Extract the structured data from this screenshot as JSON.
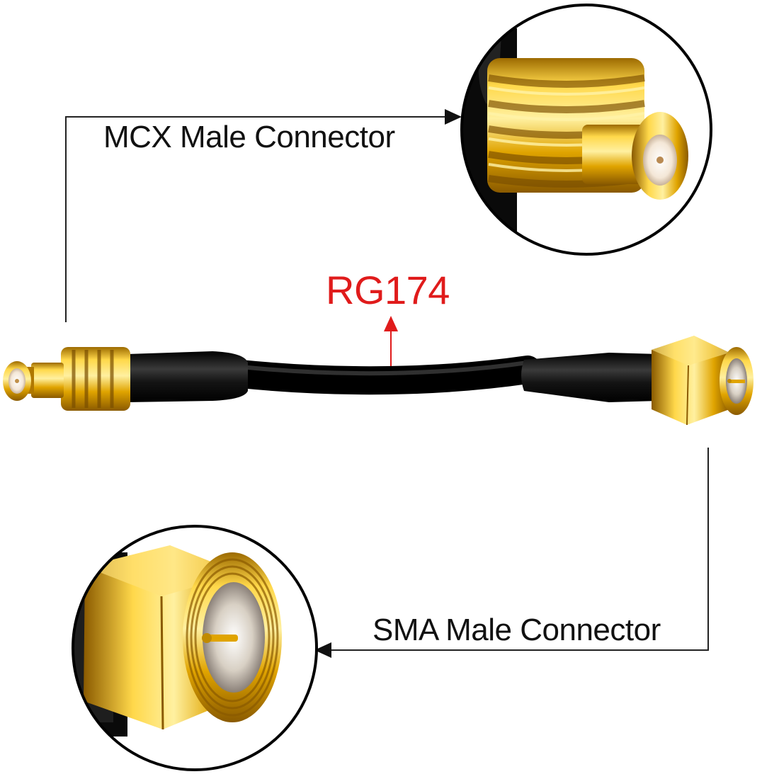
{
  "labels": {
    "mcx": "MCX Male Connector",
    "sma": "SMA Male Connector",
    "cable": "RG174"
  },
  "colors": {
    "background": "#ffffff",
    "text": "#111111",
    "accent_red": "#e01b1b",
    "gold": "#e0a400",
    "gold_light": "#ffd84a",
    "gold_dark": "#9c6a00",
    "cable_black": "#141414",
    "pin_white": "#f4e7d7"
  }
}
